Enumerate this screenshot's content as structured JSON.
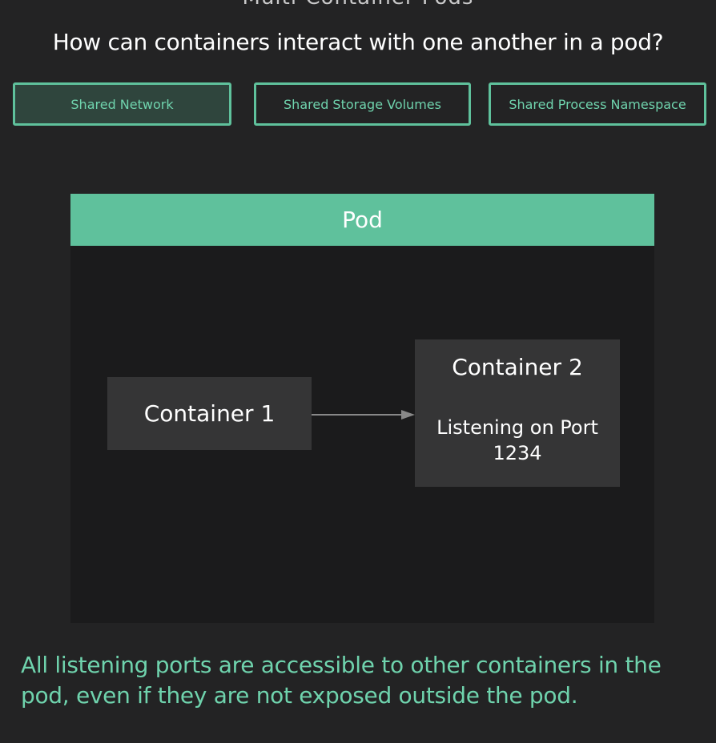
{
  "slide": {
    "top_text": "Multi-Container Pods",
    "question": "How can containers interact with one another in a pod?",
    "tabs": [
      {
        "label": "Shared Network",
        "active": true
      },
      {
        "label": "Shared Storage Volumes",
        "active": false
      },
      {
        "label": "Shared Process Namespace",
        "active": false
      }
    ],
    "pod": {
      "title": "Pod",
      "container1": {
        "label": "Container 1"
      },
      "container2": {
        "label": "Container 2",
        "detail_line1": "Listening on Port",
        "detail_line2": "1234"
      }
    },
    "footer": "All listening ports are accessible to other containers in the pod, even if they are not exposed outside the pod."
  },
  "colors": {
    "background": "#232324",
    "accent": "#5fc19c",
    "accent_text": "#6fd3ad",
    "pod_body": "#1b1b1c",
    "container_fill": "#353536",
    "arrow": "#888888"
  }
}
